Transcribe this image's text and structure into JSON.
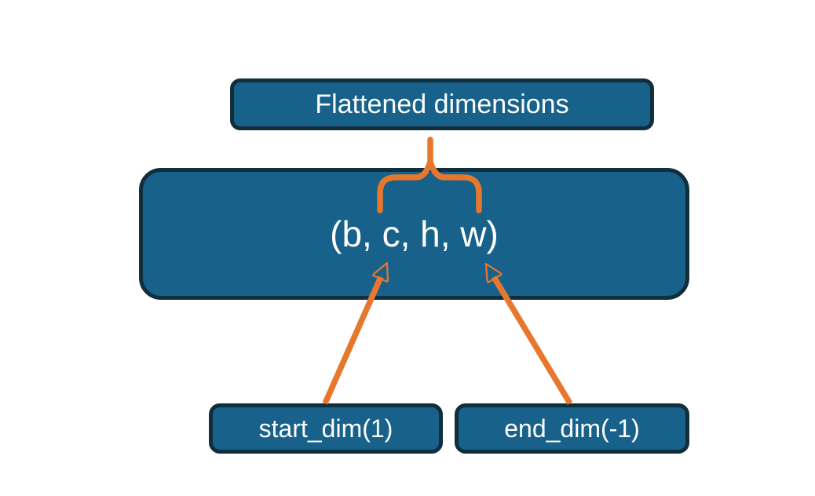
{
  "diagram": {
    "title_box": {
      "label": "Flattened dimensions"
    },
    "shape_box": {
      "label": "(b, c, h, w)"
    },
    "param_boxes": [
      {
        "label": "start_dim(1)"
      },
      {
        "label": "end_dim(-1)"
      }
    ],
    "colors": {
      "node_fill": "#17618a",
      "node_border": "#112e3c",
      "connector_orange": "#e8772e",
      "label_text": "#ffffff",
      "background": "#ffffff"
    }
  }
}
